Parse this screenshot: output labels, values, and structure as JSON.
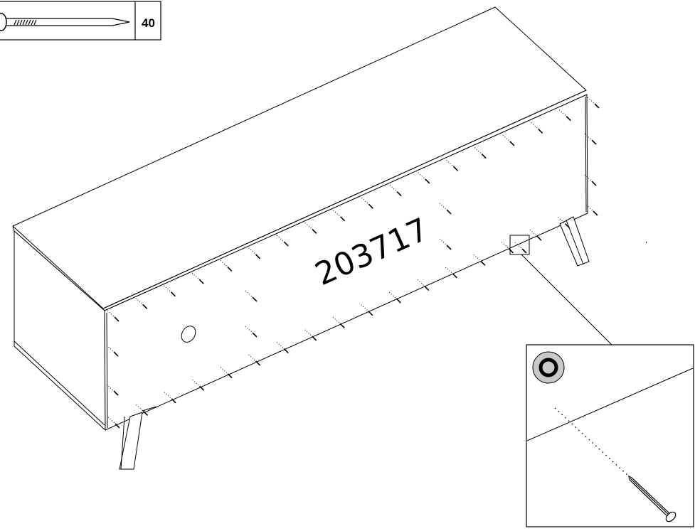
{
  "parts_box": {
    "item": "nail",
    "quantity": "40"
  },
  "part_number": "203717",
  "detail_view": {
    "symbol": "hammer-action-icon",
    "symbol_color": "#c9c9c9",
    "nail_count_shown": 1
  },
  "colors": {
    "line": "#000000",
    "background": "#ffffff",
    "badge_gray": "#c9c9c9"
  }
}
